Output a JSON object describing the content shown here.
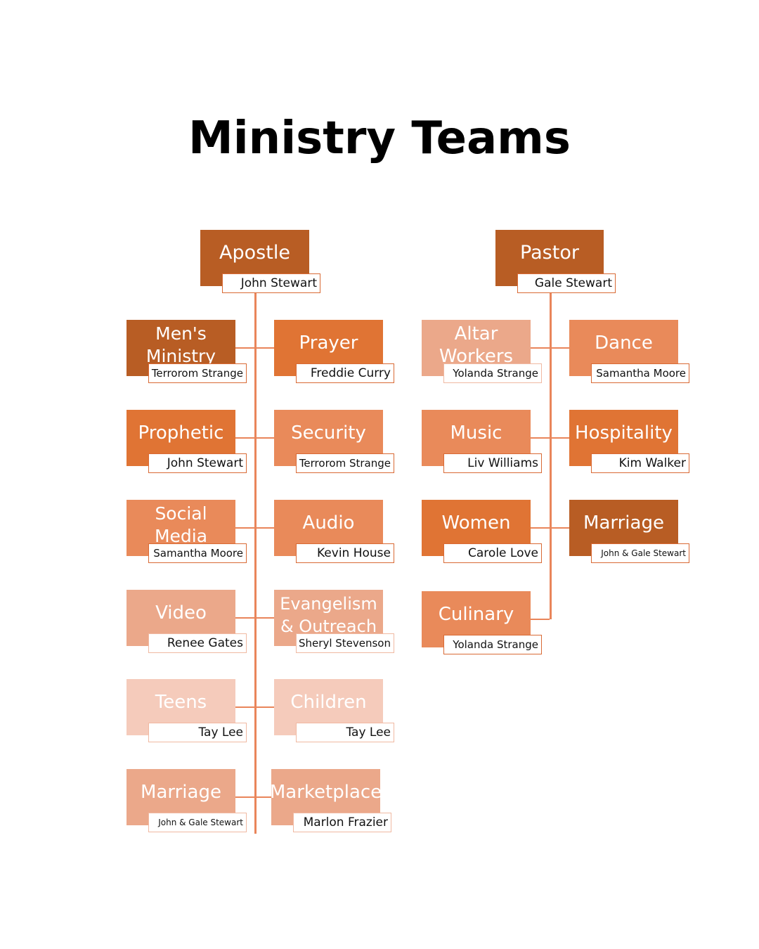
{
  "title": "Ministry Teams",
  "colors": {
    "dark": "#b85d24",
    "medium": "#e07434",
    "light_medium": "#e98a5a",
    "light": "#eba88a",
    "pale": "#f5cbbb",
    "connector": "#e9855a",
    "name_border_dark": "#d96a35",
    "name_border_light": "#f0b9a2"
  },
  "left_tree": {
    "root": {
      "role": "Apostle",
      "name": "John Stewart"
    },
    "teams": [
      {
        "role": "Men's Ministry",
        "name": "Terrorom Strange"
      },
      {
        "role": "Prayer",
        "name": "Freddie Curry"
      },
      {
        "role": "Prophetic",
        "name": "John Stewart"
      },
      {
        "role": "Security",
        "name": "Terrorom Strange"
      },
      {
        "role": "Social Media",
        "name": "Samantha Moore"
      },
      {
        "role": "Audio",
        "name": "Kevin House"
      },
      {
        "role": "Video",
        "name": "Renee Gates"
      },
      {
        "role": "Evangelism & Outreach",
        "name": "Sheryl Stevenson"
      },
      {
        "role": "Teens",
        "name": "Tay Lee"
      },
      {
        "role": "Children",
        "name": "Tay Lee"
      },
      {
        "role": "Marriage",
        "name": "John & Gale Stewart"
      },
      {
        "role": "Marketplace",
        "name": "Marlon Frazier"
      }
    ]
  },
  "right_tree": {
    "root": {
      "role": "Pastor",
      "name": "Gale Stewart"
    },
    "teams": [
      {
        "role": "Altar Workers",
        "name": "Yolanda Strange"
      },
      {
        "role": "Dance",
        "name": "Samantha Moore"
      },
      {
        "role": "Music",
        "name": "Liv Williams"
      },
      {
        "role": "Hospitality",
        "name": "Kim Walker"
      },
      {
        "role": "Women",
        "name": "Carole Love"
      },
      {
        "role": "Marriage",
        "name": "John & Gale Stewart"
      },
      {
        "role": "Culinary",
        "name": "Yolanda Strange"
      }
    ]
  }
}
